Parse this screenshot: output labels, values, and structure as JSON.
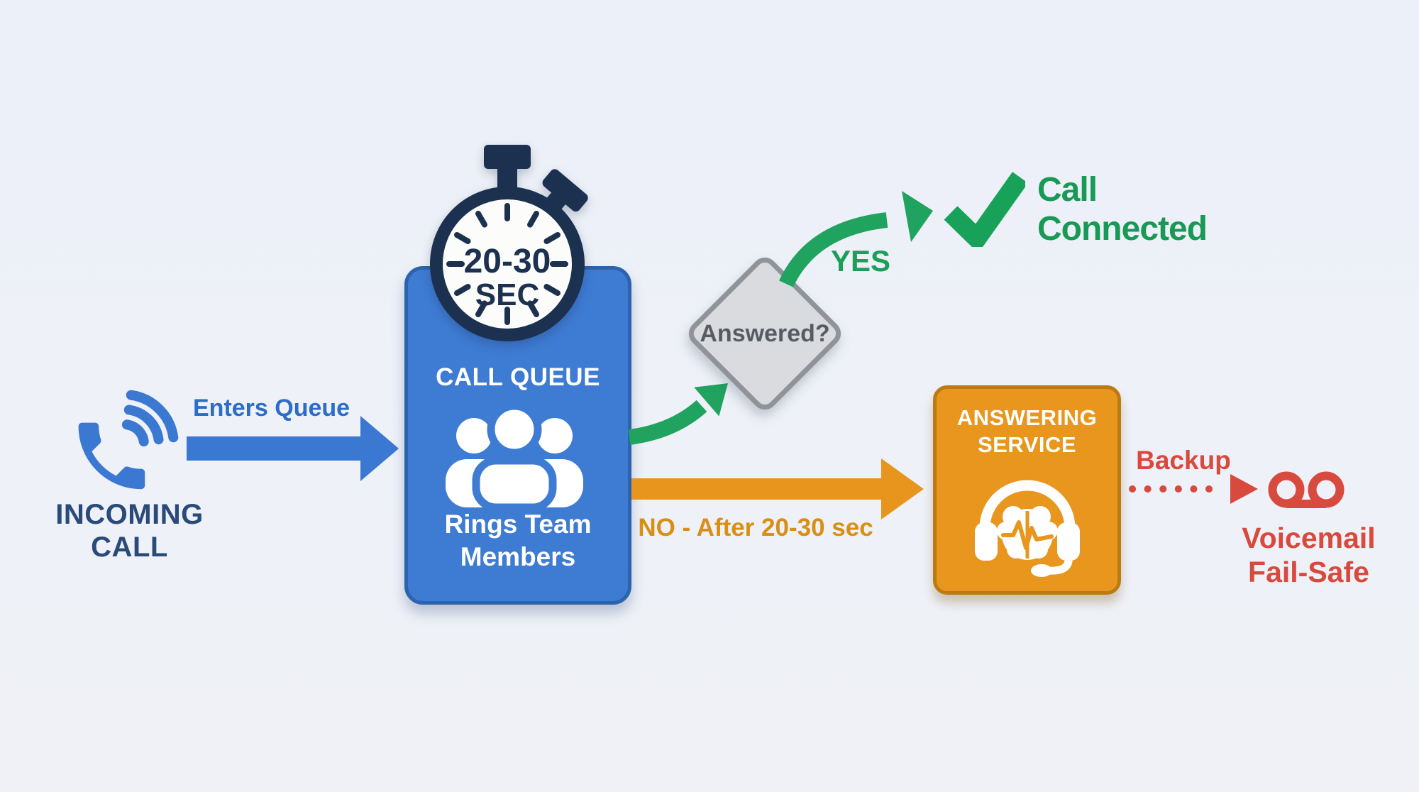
{
  "colors": {
    "background": "#edf0f7",
    "blue": "#3a78d2",
    "blue_box_fill": "#3e7bd3",
    "blue_box_border": "#2b63ad",
    "navy": "#1c3150",
    "navy_text": "#2a4a7a",
    "green": "#1aa05a",
    "gray_fill": "#d9dbde",
    "gray_border": "#8f949b",
    "gray_text": "#565b62",
    "orange": "#e8961e",
    "orange_border": "#bb7a12",
    "orange_text": "#d98e14",
    "red": "#d8493e",
    "white": "#ffffff"
  },
  "incoming_call": {
    "label_line1": "INCOMING",
    "label_line2": "CALL"
  },
  "enters_queue": {
    "label": "Enters Queue"
  },
  "call_queue": {
    "timer_value": "20-30",
    "timer_unit": "SEC",
    "title": "CALL QUEUE",
    "subtitle_line1": "Rings Team",
    "subtitle_line2": "Members"
  },
  "decision": {
    "label": "Answered?"
  },
  "yes_branch": {
    "label": "YES",
    "result_line1": "Call",
    "result_line2": "Connected"
  },
  "no_branch": {
    "label": "NO - After 20-30 sec"
  },
  "answering_service": {
    "title_line1": "ANSWERING",
    "title_line2": "SERVICE"
  },
  "backup": {
    "label": "Backup",
    "result_line1": "Voicemail",
    "result_line2": "Fail-Safe"
  }
}
